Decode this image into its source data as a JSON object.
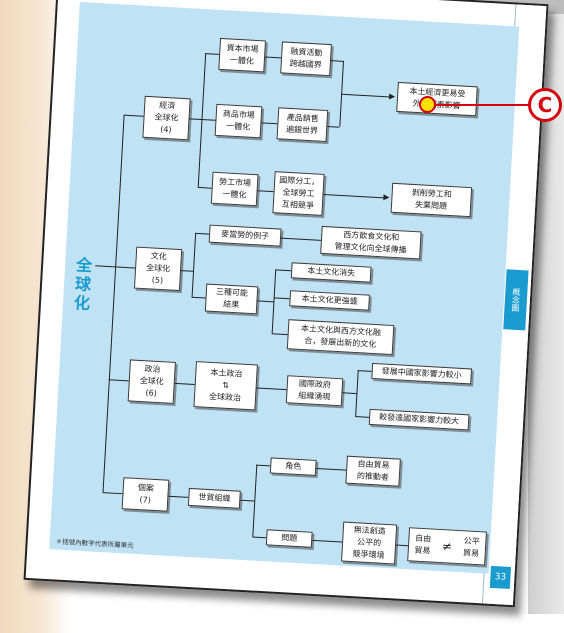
{
  "title": "全\n球\n化",
  "footnote": "＊括號內數字代表所屬單元",
  "side_tab": "概念圖",
  "page_number": "33",
  "callout_label": "C",
  "boxes": {
    "economic": "經濟\n全球化\n(4)",
    "capital": "資本市場\n一體化",
    "goods": "商品市場\n一體化",
    "labor": "勞工市場\n一體化",
    "finance": "融資活動\n跨越國界",
    "sales": "產品銷售\n遍銀世界",
    "division": "國際分工，\n全球勞工\n互相競爭",
    "econ_result1": "本土經濟更易受\n外來因素影響",
    "econ_result2": "剝削勞工和\n失業問題",
    "culture": "文化\n全球化\n(5)",
    "example": "麥當勞的例子",
    "example_result": "西方飲食文化和\n管理文化向全球傳播",
    "three_results": "三種可能\n結果",
    "cul_r1": "本土文化消失",
    "cul_r2": "本土文化更強盛",
    "cul_r3": "本土文化與西方文化融\n合，發展出新的文化",
    "politics": "政治\n全球化\n(6)",
    "local_global_politics": "本土政治\n⇅\n全球政治",
    "intl_orgs": "國際政府\n組織湧現",
    "pol_r1": "發展中國家影響力較小",
    "pol_r2": "較發達國家影響力較大",
    "case": "個案\n(7)",
    "wto": "世貿組織",
    "role": "角色",
    "role_result": "自由貿易\n的推動者",
    "problem": "問題",
    "problem_result": "無法創造\n公平的\n競爭環境",
    "free_trade": "自由\n貿易",
    "neq": "≠",
    "fair_trade": "公平\n貿易"
  }
}
